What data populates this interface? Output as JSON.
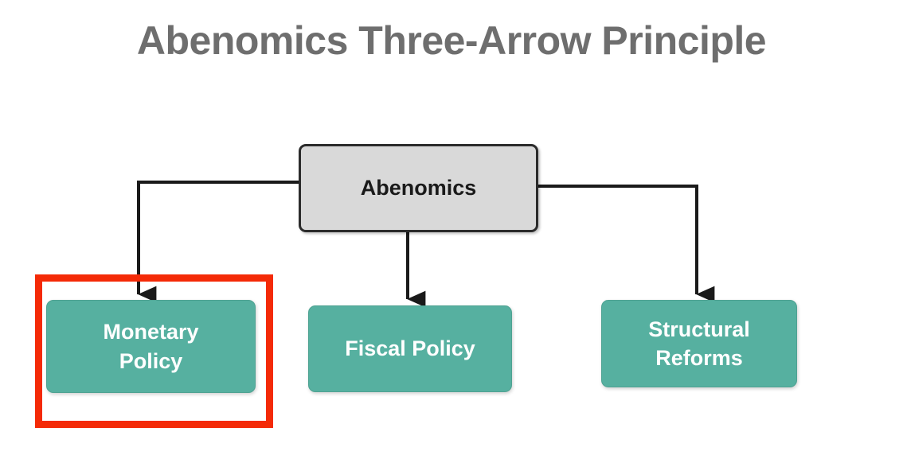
{
  "diagram": {
    "title": "Abenomics Three-Arrow Principle",
    "type": "hierarchy-tree",
    "title_color": "#6e6e6e",
    "background_color": "#ffffff",
    "root": {
      "label": "Abenomics",
      "fill_color": "#d9d9d9",
      "border_color": "#2b2b2b",
      "text_color": "#1a1a1a"
    },
    "branches": [
      {
        "id": "monetary-policy",
        "label_line1": "Monetary",
        "label_line2": "Policy",
        "fill_color": "#56b0a0",
        "text_color": "#ffffff",
        "highlighted": "true"
      },
      {
        "id": "fiscal-policy",
        "label_line1": "Fiscal Policy",
        "label_line2": "",
        "fill_color": "#56b0a0",
        "text_color": "#ffffff",
        "highlighted": "false"
      },
      {
        "id": "structural-reforms",
        "label_line1": "Structural",
        "label_line2": "Reforms",
        "fill_color": "#56b0a0",
        "text_color": "#ffffff",
        "highlighted": "false"
      }
    ],
    "connector_color": "#1a1a1a",
    "highlight": {
      "target": "monetary-policy",
      "color": "#f42a07"
    }
  }
}
